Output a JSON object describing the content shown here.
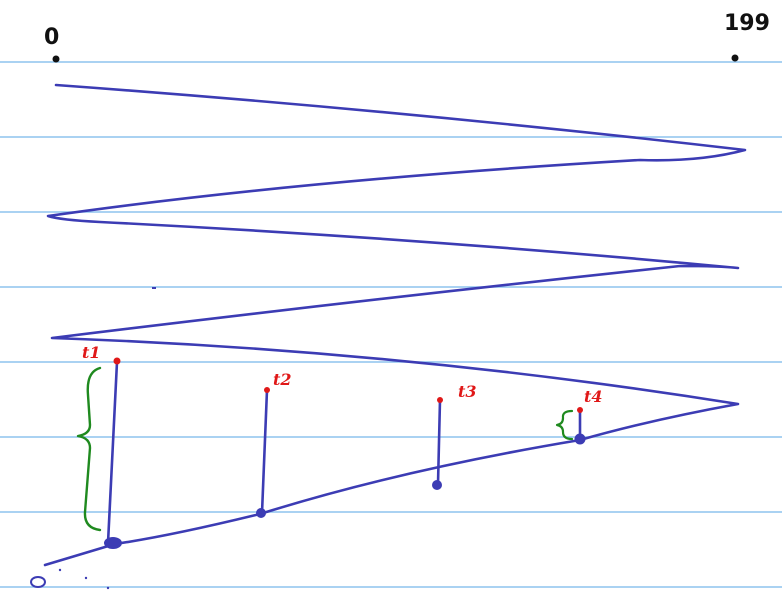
{
  "labels": {
    "left_end": "0",
    "right_end": "199"
  },
  "tick_labels": [
    "t1",
    "t2",
    "t3",
    "t4"
  ],
  "colors": {
    "paper": "#ffffff",
    "rule_line": "#8ec4ee",
    "ink_blue": "#3c3cb4",
    "ink_red": "#e01818",
    "ink_green": "#1f8a1f",
    "ink_black": "#111111"
  }
}
